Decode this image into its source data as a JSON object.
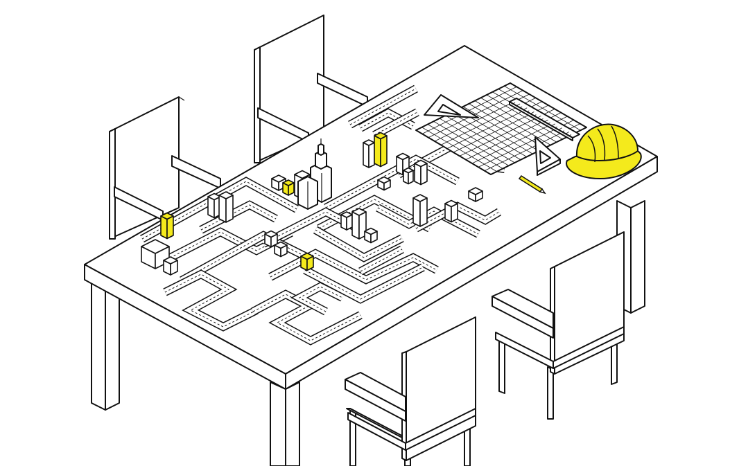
{
  "scene": {
    "colors": {
      "accent": "#f4ea1c",
      "line": "#111111",
      "background": "#ffffff"
    },
    "objects": [
      "table",
      "chair",
      "chair",
      "chair",
      "chair",
      "city-model",
      "grid-paper",
      "ruler",
      "set-square",
      "set-square",
      "pencil",
      "hard-hat"
    ]
  }
}
